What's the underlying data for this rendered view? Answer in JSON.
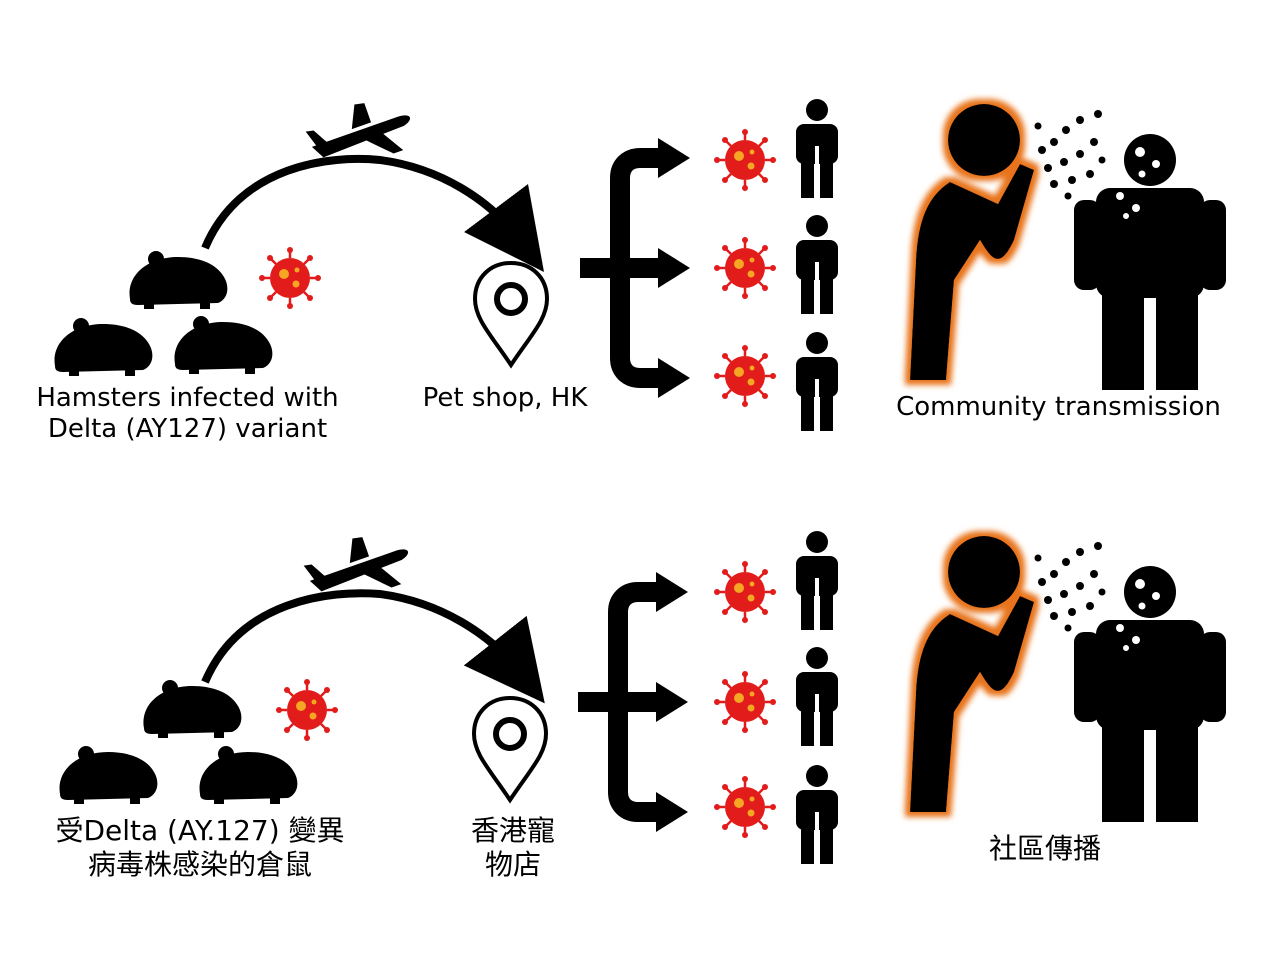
{
  "panels": [
    {
      "language": "en",
      "source_label": "Hamsters infected with Delta (AY127) variant",
      "destination_label": "Pet shop, HK",
      "outcome_label": "Community transmission"
    },
    {
      "language": "zh",
      "source_label": "受Delta (AY.127) 變異病毒株感染的倉鼠",
      "destination_label": "香港寵物店",
      "outcome_label": "社區傳播"
    }
  ],
  "icons": [
    "hamster-icon",
    "virus-icon",
    "airplane-icon",
    "location-pin-icon",
    "branch-arrow-icon",
    "person-icon",
    "cough-transmission-icon"
  ],
  "colors": {
    "virus": "#e21b1b",
    "virus_dot": "#f5a623",
    "glow": "#e8731a",
    "ink": "#000000"
  }
}
